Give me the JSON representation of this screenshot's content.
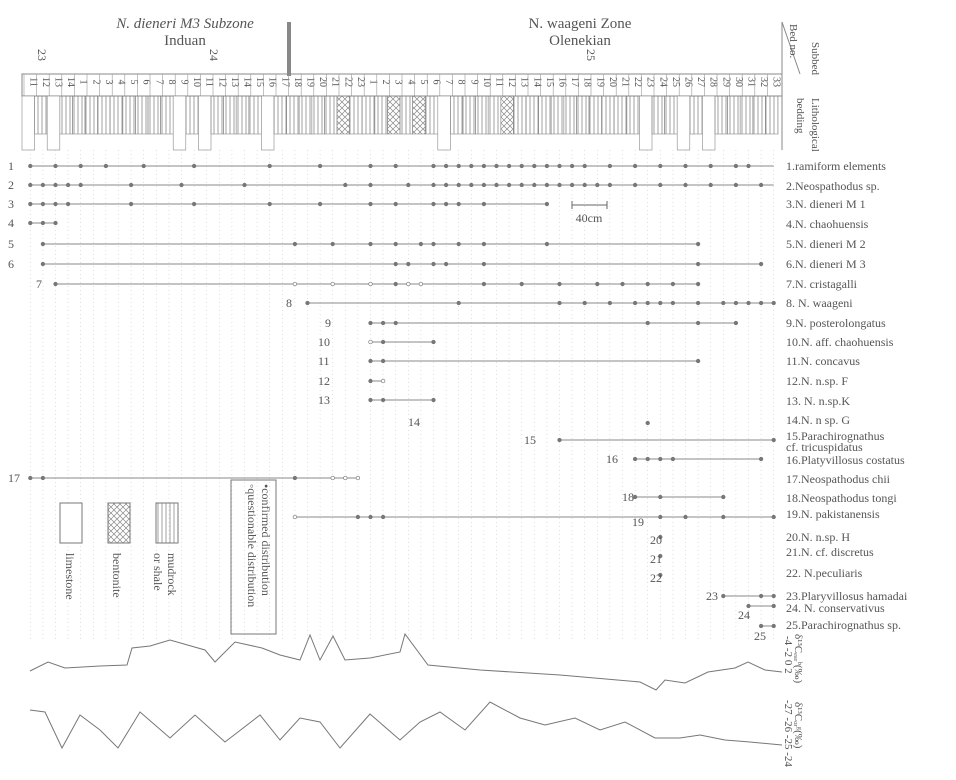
{
  "header": {
    "left_zone": "N. dieneri M3 Subzone",
    "left_stage": "Induan",
    "right_zone": "N. waageni Zone",
    "right_stage": "Olenekian",
    "beds": [
      "23",
      "24",
      "25"
    ],
    "subbed_label": "Subbed",
    "bedno_label": "Bed no.",
    "litho_label": "Lithological",
    "bedding_label": "bedding"
  },
  "subbeds": [
    "11",
    "12",
    "13",
    "14",
    "1",
    "2",
    "3",
    "4",
    "5",
    "6",
    "7",
    "8",
    "9",
    "10",
    "11",
    "12",
    "13",
    "14",
    "15",
    "16",
    "17",
    "18",
    "19",
    "20",
    "21",
    "22",
    "23",
    "1",
    "2",
    "3",
    "4",
    "5",
    "6",
    "7",
    "8",
    "9",
    "10",
    "11",
    "12",
    "13",
    "14",
    "15",
    "16",
    "17",
    "18",
    "19",
    "20",
    "21",
    "22",
    "23",
    "24",
    "25",
    "26",
    "27",
    "28",
    "29",
    "30",
    "31",
    "32",
    "33"
  ],
  "scale_label": "40cm",
  "taxa": [
    {
      "num": "1",
      "label": "1.ramiform elements"
    },
    {
      "num": "2",
      "label": "2.Neospathodus sp."
    },
    {
      "num": "3",
      "label": "3.N. dieneri  M 1"
    },
    {
      "num": "4",
      "label": "4.N. chaohuensis"
    },
    {
      "num": "5",
      "label": "5.N. dieneri  M 2"
    },
    {
      "num": "6",
      "label": "6.N. dieneri  M 3"
    },
    {
      "num": "7",
      "label": "7.N. cristagalli"
    },
    {
      "num": "8",
      "label": "8. N. waageni"
    },
    {
      "num": "9",
      "label": "9.N. posterolongatus"
    },
    {
      "num": "10",
      "label": "10.N.  aff. chaohuensis"
    },
    {
      "num": "11",
      "label": "11.N. concavus"
    },
    {
      "num": "12",
      "label": "12.N. n.sp. F"
    },
    {
      "num": "13",
      "label": "13. N. n.sp.K"
    },
    {
      "num": "14",
      "label": "14.N. n sp. G"
    },
    {
      "num": "15",
      "label": "15.Parachirognathus"
    },
    {
      "num": "",
      "label": "cf. tricuspidatus"
    },
    {
      "num": "16",
      "label": "16.Platyvillosus costatus"
    },
    {
      "num": "17",
      "label": "17.Neospathodus chii"
    },
    {
      "num": "18",
      "label": "18.Neospathodus tongi"
    },
    {
      "num": "19",
      "label": "19.N. pakistanensis"
    },
    {
      "num": "20",
      "label": "20.N. n.sp. H"
    },
    {
      "num": "21",
      "label": "21.N. cf. discretus"
    },
    {
      "num": "22",
      "label": "22. N.peculiaris"
    },
    {
      "num": "23",
      "label": "23.Plaryvillosus hamadai"
    },
    {
      "num": "24",
      "label": "24. N. conservativus"
    },
    {
      "num": "25",
      "label": "25.Parachirognathus sp."
    }
  ],
  "legend": {
    "limestone": "limestone",
    "bentonite": "bentonite",
    "mudrock1": "mudrock",
    "mudrock2": "or shale",
    "confirmed": "•confirmed distribution",
    "questionable": "◦questionable distribution"
  },
  "isotopes": {
    "carb_label": "δ¹³Cₑₐᵣᵇ(‰)",
    "carb_ticks": "-4  -2   0   2",
    "org_label": "δ¹³Cₒᵣᵍ(‰)",
    "org_ticks": "-27 -26 -25 -24"
  }
}
